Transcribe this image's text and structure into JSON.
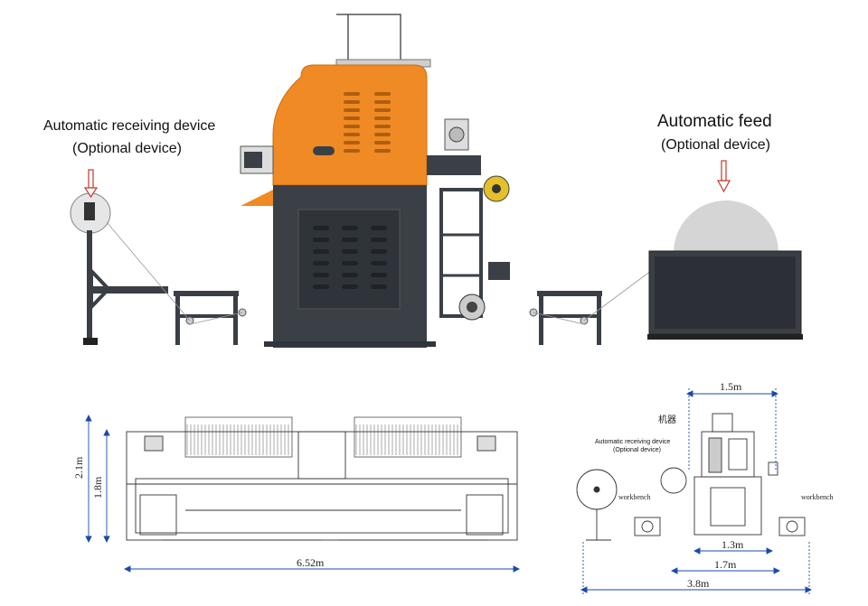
{
  "top_view": {
    "receiving_label": {
      "line1": "Automatic receiving device",
      "line2": "(Optional device)"
    },
    "feed_label": {
      "line1": "Automatic feed",
      "line2": "(Optional device)"
    },
    "colors": {
      "body": "#f08a24",
      "base": "#3b4047",
      "frame": "#3a3f46",
      "spool": "#d5d5d5",
      "arrow": "#c0392b",
      "accent": "#e4c02a"
    }
  },
  "front_drawing": {
    "width_label": "6.52m",
    "height_label_outer": "2.1m",
    "height_label_inner": "1.8m"
  },
  "side_drawing": {
    "top_width_label": "1.5m",
    "machine_tag": "机器",
    "receiving_label": {
      "line1": "Automatic receiving device",
      "line2": "(Optional device)"
    },
    "workbench_left": "workbench",
    "workbench_right": "workbench",
    "dim_1": "1.3m",
    "dim_2": "1.7m",
    "dim_3": "3.8m"
  }
}
